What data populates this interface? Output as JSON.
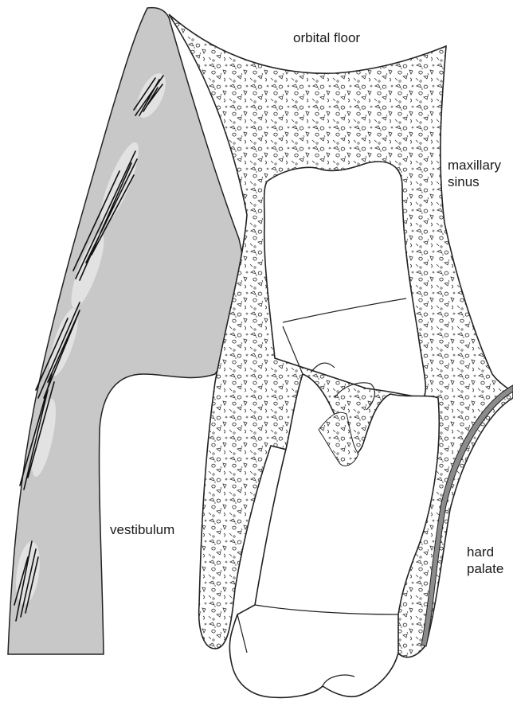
{
  "labels": {
    "orbital_floor": "orbital floor",
    "maxillary_sinus_line1": "maxillary",
    "maxillary_sinus_line2": "sinus",
    "vestibulum": "vestibulum",
    "hard_palate_line1": "hard",
    "hard_palate_line2": "palate"
  },
  "colors": {
    "soft_tissue": "#c8c8c8",
    "soft_tissue_highlight": "#e2e2e2",
    "outline": "#222222",
    "bone_fill": "#ffffff",
    "hard_palate_band": "#8c8c8c"
  }
}
